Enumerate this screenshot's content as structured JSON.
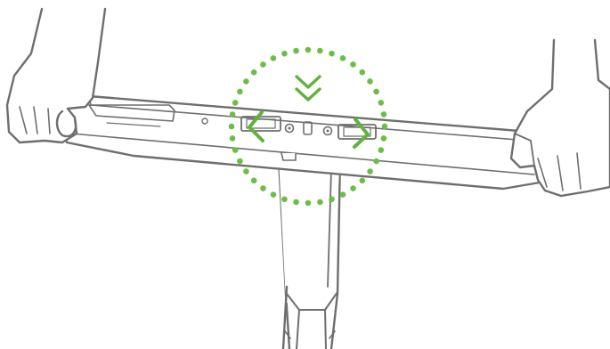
{
  "diagram": {
    "kind": "assembly-instruction-illustration",
    "colors": {
      "line": "#6e6e6e",
      "line_light": "#8c8c8c",
      "fill": "#ffffff",
      "highlight": "#6cbd45",
      "arrow": "#5fb23e"
    },
    "parts": [
      {
        "id": "left-hand",
        "icon": "hand-icon"
      },
      {
        "id": "right-hand",
        "icon": "hand-icon"
      },
      {
        "id": "crossbar",
        "icon": "desk-crossbar"
      },
      {
        "id": "leg-column",
        "icon": "desk-leg"
      },
      {
        "id": "focus-circle",
        "icon": "dotted-circle"
      },
      {
        "id": "arrow-down",
        "icon": "double-chevron-down-icon"
      },
      {
        "id": "arrow-left",
        "icon": "chevron-left-icon"
      },
      {
        "id": "arrow-right",
        "icon": "chevron-right-icon"
      }
    ]
  }
}
